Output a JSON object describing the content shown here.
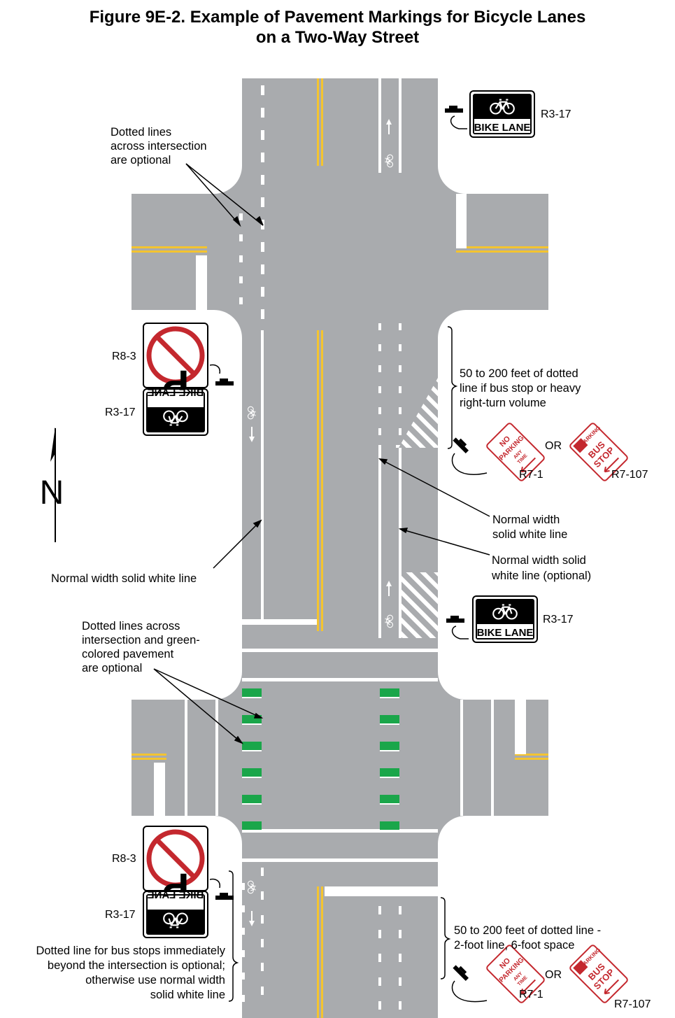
{
  "title": {
    "line1": "Figure 9E-2.  Example of Pavement Markings for Bicycle Lanes",
    "line2": "on a Two-Way Street"
  },
  "colors": {
    "road": "#a9abae",
    "yellow": "#f4c430",
    "white": "#ffffff",
    "green": "#1aa64a",
    "sign_red": "#c4282e",
    "black": "#000000"
  },
  "annotations": {
    "dotted_optional": [
      "Dotted lines",
      "across intersection",
      "are optional"
    ],
    "normal_width_left": "Normal width solid white line",
    "feet_top": [
      "50 to 200 feet of dotted",
      "line if bus stop or heavy",
      "right-turn volume"
    ],
    "normal_width_right": [
      "Normal width",
      "solid white line"
    ],
    "normal_width_optional": [
      "Normal width solid",
      "white line (optional)"
    ],
    "dotted_green": [
      "Dotted lines across",
      "intersection and green-",
      "colored pavement",
      "are optional"
    ],
    "feet_bottom": [
      "50 to 200 feet of dotted line -",
      "2-foot line, 6-foot space"
    ],
    "bus_stop_note": [
      "Dotted line for bus stops immediately",
      "beyond the intersection is optional;",
      "otherwise use normal width",
      "solid white line"
    ]
  },
  "sign_codes": {
    "r3_17": "R3-17",
    "r8_3": "R8-3",
    "r7_1": "R7-1",
    "r7_107": "R7-107"
  },
  "sign_text": {
    "bike_lane": "BIKE LANE",
    "no": "NO",
    "parking": "PARKING",
    "any": "ANY",
    "time": "TIME",
    "bus": "BUS",
    "stop": "STOP",
    "parking_letter": "P",
    "or": "OR"
  },
  "north_label": "N",
  "icons": [
    "bicycle-icon",
    "arrow-up-icon",
    "arrow-down-icon",
    "sign-post-icon",
    "north-arrow-icon"
  ]
}
